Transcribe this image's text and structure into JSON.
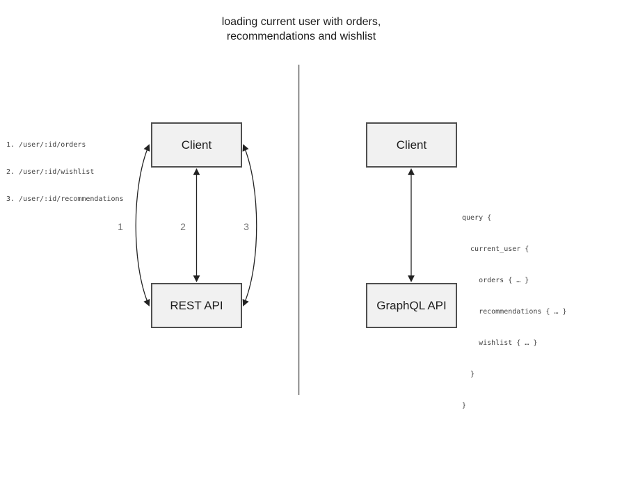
{
  "title": "loading current user with orders,\nrecommendations and wishlist",
  "colors": {
    "node_fill": "#f1f1f1",
    "node_border": "#4f4f4f",
    "arrow": "#222222",
    "divider": "#6e6e6e",
    "label_gray": "#757575",
    "code_text": "#414141"
  },
  "rest_panel": {
    "endpoints": [
      "1. /user/:id/orders",
      "2. /user/:id/wishlist",
      "3. /user/:id/recommendations"
    ],
    "client_label": "Client",
    "api_label": "REST API",
    "arrow_labels": [
      "1",
      "2",
      "3"
    ]
  },
  "graphql_panel": {
    "client_label": "Client",
    "api_label": "GraphQL API",
    "query_lines": [
      "query {",
      "  current_user {",
      "    orders { … }",
      "    recommendations { … }",
      "    wishlist { … }",
      "  }",
      "}"
    ]
  }
}
